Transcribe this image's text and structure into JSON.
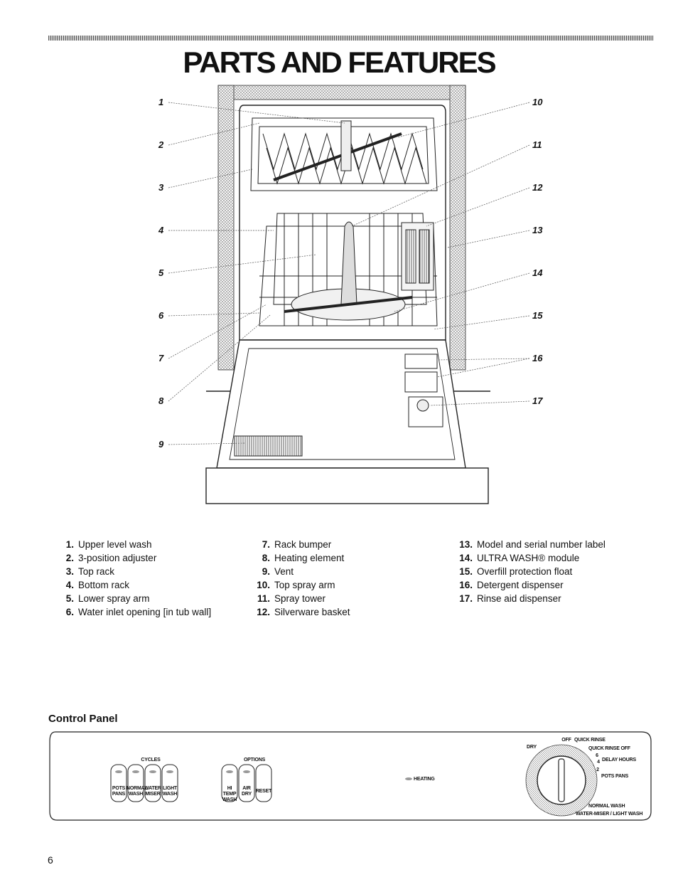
{
  "page": {
    "title": "PARTS AND FEATURES",
    "page_number": "6"
  },
  "diagram": {
    "callouts": [
      "1",
      "2",
      "3",
      "4",
      "5",
      "6",
      "7",
      "8",
      "9",
      "10",
      "11",
      "12",
      "13",
      "14",
      "15",
      "16",
      "17"
    ]
  },
  "parts": {
    "column1": [
      {
        "num": "1.",
        "label": "Upper level wash"
      },
      {
        "num": "2.",
        "label": "3-position adjuster"
      },
      {
        "num": "3.",
        "label": "Top rack"
      },
      {
        "num": "4.",
        "label": "Bottom rack"
      },
      {
        "num": "5.",
        "label": "Lower spray arm"
      },
      {
        "num": "6.",
        "label": "Water inlet opening [in tub wall]"
      }
    ],
    "column2": [
      {
        "num": "7.",
        "label": "Rack bumper"
      },
      {
        "num": "8.",
        "label": "Heating element"
      },
      {
        "num": "9.",
        "label": "Vent"
      },
      {
        "num": "10.",
        "label": "Top spray arm"
      },
      {
        "num": "11.",
        "label": "Spray tower"
      },
      {
        "num": "12.",
        "label": "Silverware basket"
      }
    ],
    "column3": [
      {
        "num": "13.",
        "label": "Model and serial number label"
      },
      {
        "num": "14.",
        "label": "ULTRA WASH® module"
      },
      {
        "num": "15.",
        "label": "Overfill protection float"
      },
      {
        "num": "16.",
        "label": "Detergent dispenser"
      },
      {
        "num": "17.",
        "label": "Rinse aid dispenser"
      }
    ]
  },
  "control_panel": {
    "section_title": "Control Panel",
    "cycles_label": "CYCLES",
    "options_label": "OPTIONS",
    "cycle_buttons": [
      {
        "line1": "POTS",
        "line2": "PANS"
      },
      {
        "line1": "NORMAL",
        "line2": "WASH"
      },
      {
        "line1": "WATER",
        "line2": "MISER"
      },
      {
        "line1": "LIGHT",
        "line2": "WASH"
      }
    ],
    "option_buttons": [
      {
        "line1": "HI TEMP",
        "line2": "WASH"
      },
      {
        "line1": "AIR",
        "line2": "DRY"
      },
      {
        "line1": "RESET",
        "line2": ""
      }
    ],
    "heating_label": "HEATING",
    "dial": {
      "off": "OFF",
      "quick_rinse": "QUICK RINSE",
      "quick_rinse_off": "QUICK RINSE OFF",
      "dry": "DRY",
      "delay_hours": "DELAY HOURS",
      "delay_6": "6",
      "delay_4": "4",
      "delay_2": "2",
      "pots_pans": "POTS PANS",
      "normal_wash": "NORMAL WASH",
      "water_miser_light_wash": "WATER-MISER / LIGHT WASH"
    }
  }
}
